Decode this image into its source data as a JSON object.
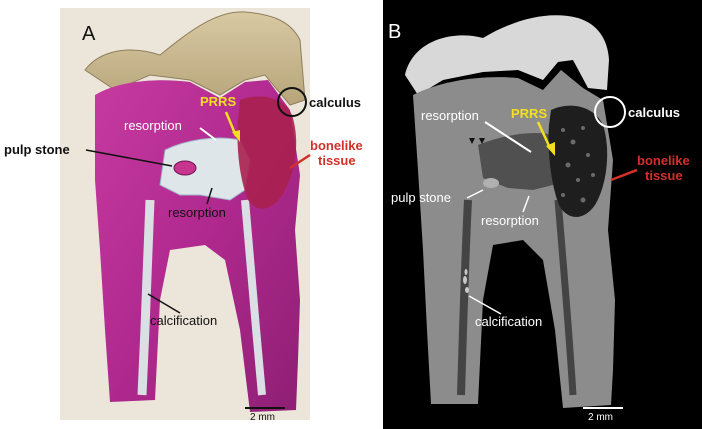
{
  "panel_a": {
    "letter": "A",
    "labels": {
      "prrs": "PRRS",
      "calculus": "calculus",
      "resorption_upper": "resorption",
      "resorption_lower": "resorption",
      "bonelike_1": "bonelike",
      "bonelike_2": "tissue",
      "pulp_stone": "pulp stone",
      "calcification": "calcification",
      "scale": "2 mm"
    }
  },
  "panel_b": {
    "letter": "B",
    "labels": {
      "prrs": "PRRS",
      "calculus": "calculus",
      "resorption_upper": "resorption",
      "resorption_lower": "resorption",
      "bonelike_1": "bonelike",
      "bonelike_2": "tissue",
      "pulp_stone": "pulp stone",
      "calcification": "calcification",
      "scale": "2 mm"
    }
  },
  "colors": {
    "prrs": "#f2e020",
    "bonelike": "#d4302a",
    "histology_magenta": "#b0298e",
    "ct_background": "#000000"
  }
}
